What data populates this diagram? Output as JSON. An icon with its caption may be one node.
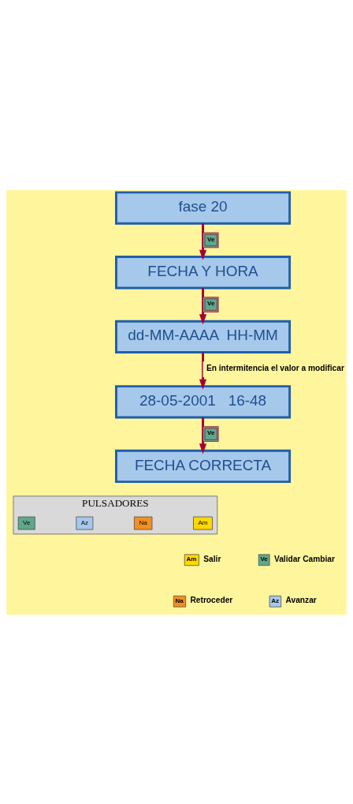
{
  "diagram": {
    "nodes": [
      {
        "text": [
          "fase 20"
        ]
      },
      {
        "text": [
          "FECHA Y HORA"
        ]
      },
      {
        "text": [
          "dd-MM-AAAA  HH-MM"
        ]
      },
      {
        "text": [
          "28-05-2001   16-48"
        ]
      },
      {
        "text": [
          "FECHA CORRECTA"
        ]
      },
      {
        "text": [
          "PULSADORES"
        ]
      },
      {
        "text": [
          "Am"
        ],
        "in": 5
      },
      {
        "text": [
          "Na"
        ],
        "in": 5
      },
      {
        "text": [
          "Az"
        ],
        "in": 5
      },
      {
        "text": [
          "Ve"
        ],
        "in": 5
      },
      {
        "text": [
          "Am"
        ],
        "beside": [
          "Salir"
        ]
      },
      {
        "text": [
          "Ve"
        ],
        "beside": [
          "Validar Cambiar"
        ]
      },
      {
        "text": [
          "Na"
        ],
        "beside": [
          "Retroceder"
        ]
      },
      {
        "text": [
          "Az"
        ],
        "beside": [
          "Avanzar"
        ]
      }
    ],
    "edges": [
      {
        "from": 0,
        "to": 1,
        "arrow": "to",
        "label": "Ve"
      },
      {
        "from": 1,
        "to": 2,
        "arrow": "to",
        "label": "Ve"
      },
      {
        "from": 2,
        "to": 3,
        "arrow": "to",
        "label": "En intermitencia el valor a modificar"
      },
      {
        "from": 3,
        "to": 4,
        "arrow": "to",
        "label": "Ve"
      }
    ]
  }
}
